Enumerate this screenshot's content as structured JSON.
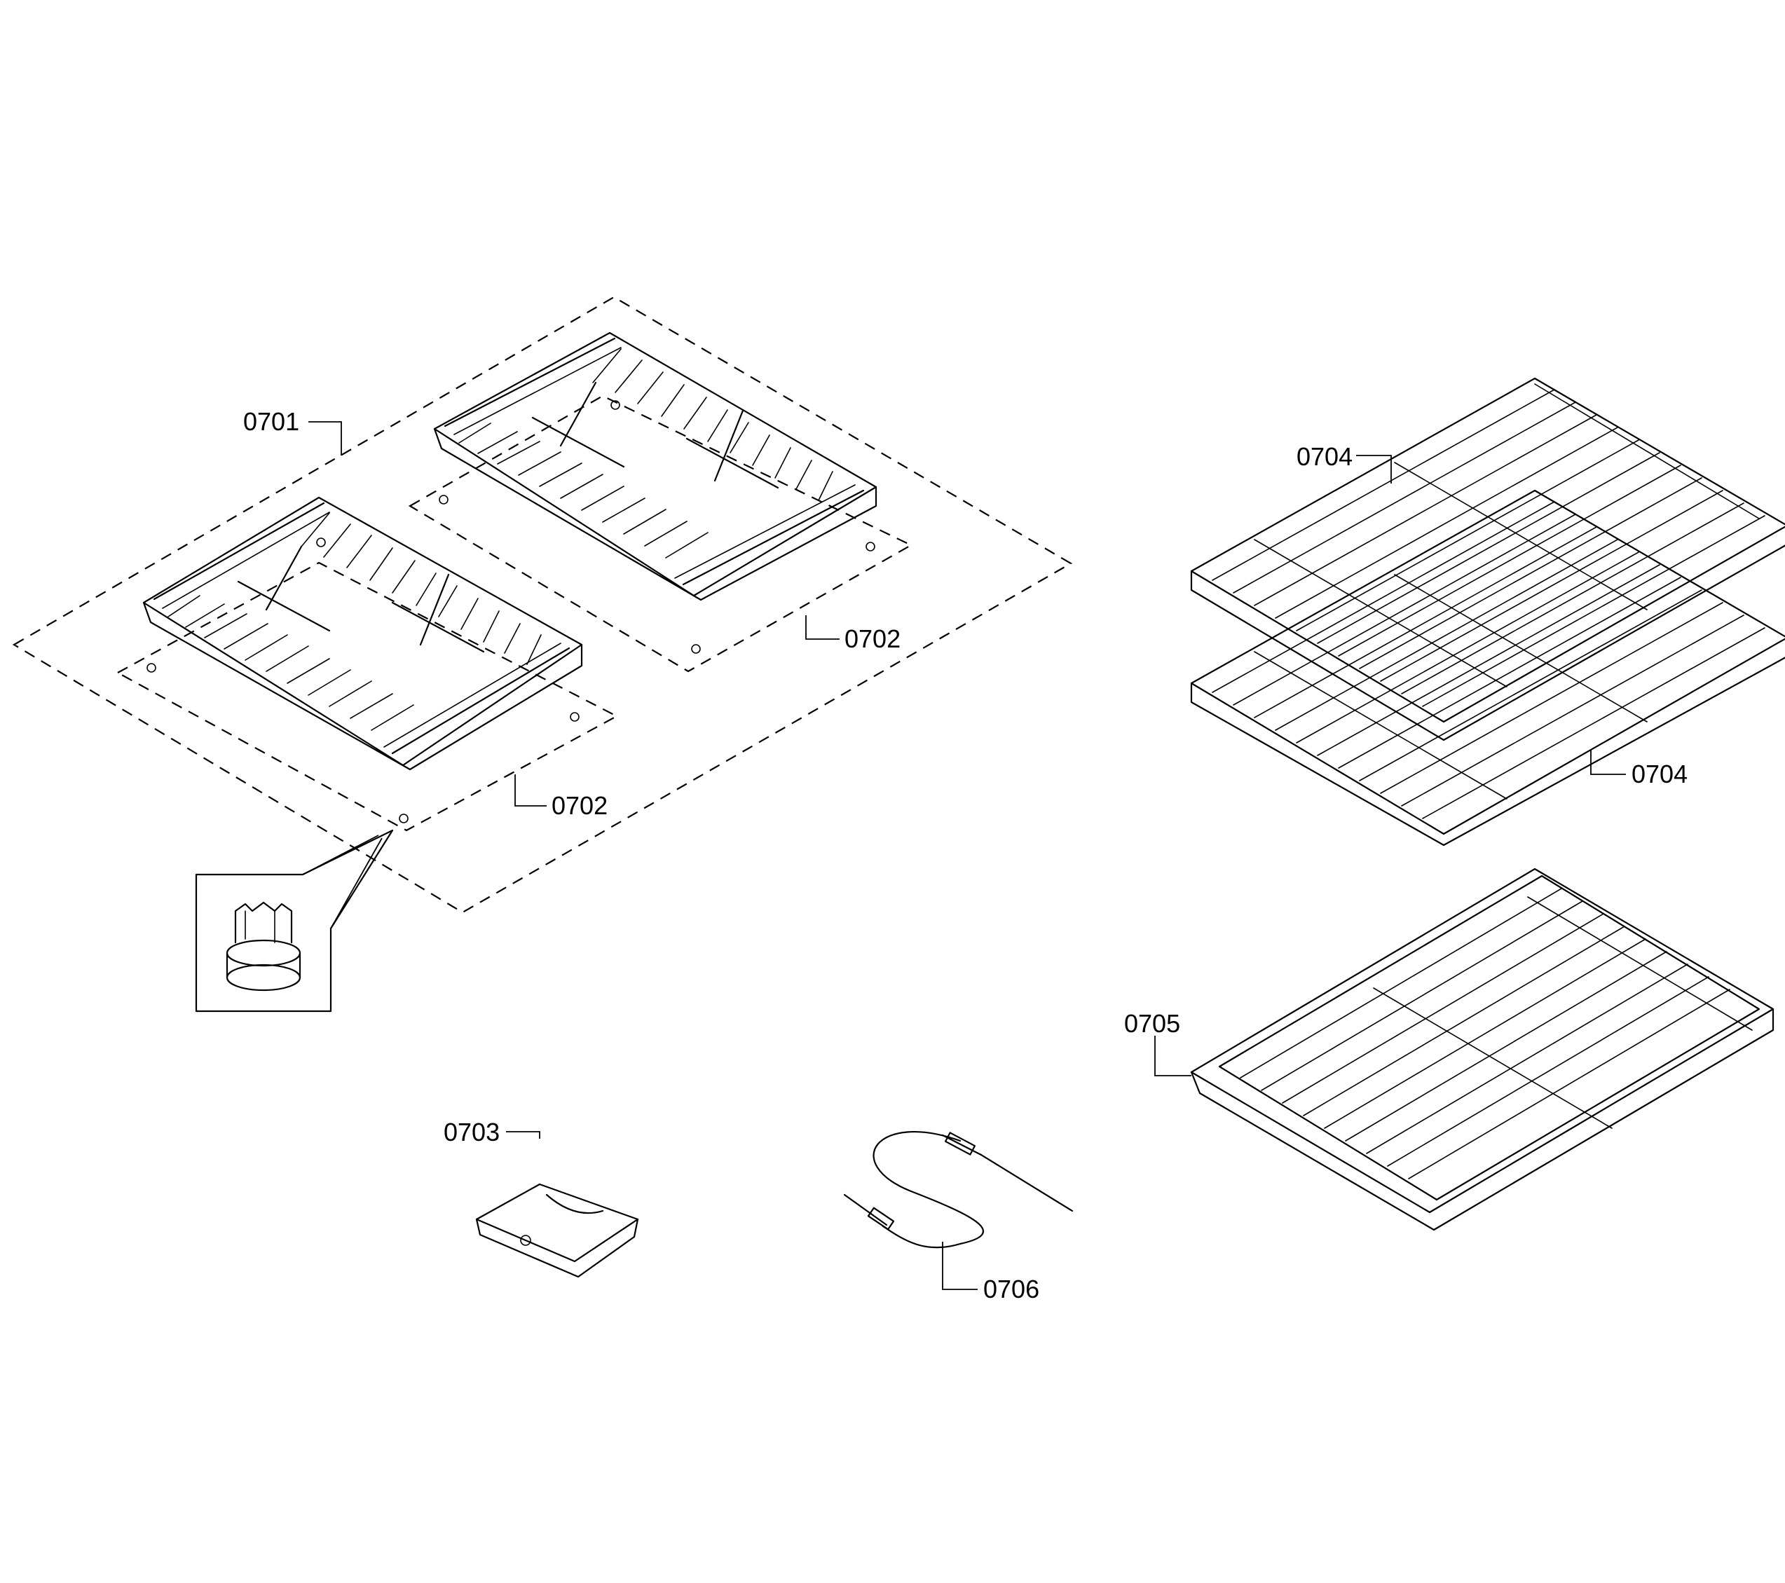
{
  "callouts": [
    {
      "id": "0701",
      "part": "cooktop-grate-set"
    },
    {
      "id": "0702",
      "part": "grate-left-rubber-foot"
    },
    {
      "id": "0702",
      "part": "grate-right-rubber-foot"
    },
    {
      "id": "0703",
      "part": "bracket"
    },
    {
      "id": "0704",
      "part": "oven-rack-upper"
    },
    {
      "id": "0704",
      "part": "oven-rack-lower"
    },
    {
      "id": "0705",
      "part": "telescopic-rack"
    },
    {
      "id": "0706",
      "part": "meat-probe"
    }
  ],
  "colors": {
    "line": "#000000",
    "background": "#ffffff"
  },
  "icons": [
    "rubber-foot-detail-icon",
    "meat-probe-icon",
    "bracket-icon"
  ]
}
